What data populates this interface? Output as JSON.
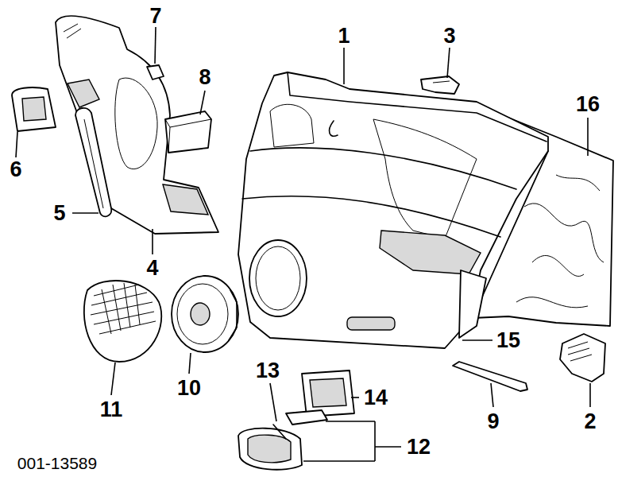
{
  "diagram": {
    "labels": [
      "7",
      "1",
      "3",
      "8",
      "16",
      "6",
      "5",
      "4",
      "11",
      "10",
      "13",
      "14",
      "15",
      "9",
      "2",
      "12",
      "001-13589"
    ]
  }
}
